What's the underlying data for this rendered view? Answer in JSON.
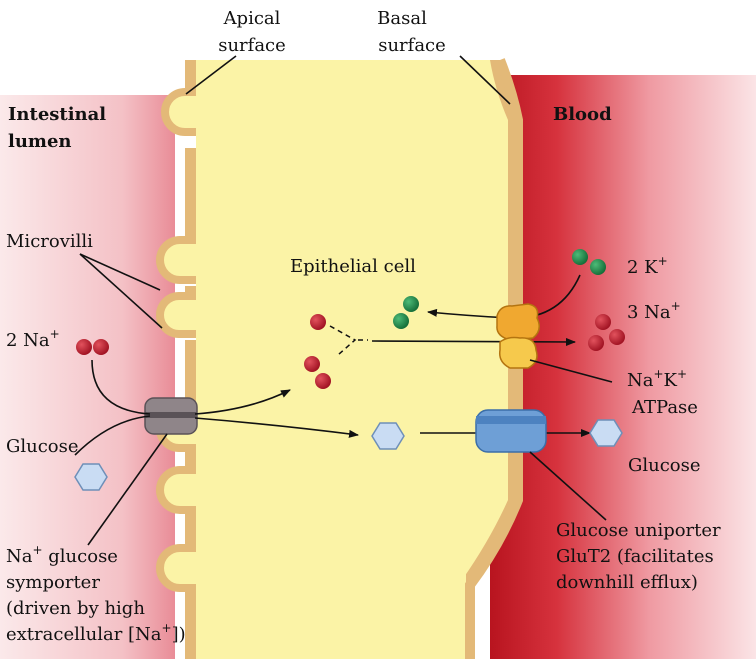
{
  "labels": {
    "apical_1": "Apical",
    "apical_2": "surface",
    "basal_1": "Basal",
    "basal_2": "surface",
    "lumen_1": "Intestinal",
    "lumen_2": "lumen",
    "blood": "Blood",
    "microvilli": "Microvilli",
    "epithelial_cell": "Epithelial cell",
    "na_left_num": "2 Na",
    "plus": "+",
    "glucose_left": "Glucose",
    "k_right": "2 K",
    "na_right": "3 Na",
    "atpase_na": "Na",
    "atpase_k": "K",
    "atpase_2": "ATPase",
    "glucose_right": "Glucose",
    "uniporter_1": "Glucose uniporter",
    "uniporter_2": "GluT2 (facilitates",
    "uniporter_3": "downhill efflux)",
    "symporter_na": "Na",
    "symporter_1": "glucose",
    "symporter_2": "symporter",
    "symporter_3": "(driven by high",
    "symporter_4a": "extracellular [Na",
    "symporter_4b": "])"
  },
  "colors": {
    "lumen_pink": "#f4c7cb",
    "blood_red": "#c8202c",
    "cell_yellow": "#fbf3a6",
    "membrane_tan": "#e3b978",
    "sodium_red": "#b71c2c",
    "potassium_green": "#1f8a4a",
    "glucose_blue": "#c9dcf3",
    "uniporter_blue": "#6e9fd6",
    "atpase_orange": "#f0b43a",
    "symporter_gray": "#8f8589"
  },
  "icons": [
    "sodium-ion",
    "potassium-ion",
    "glucose-hexagon",
    "symporter-protein",
    "atpase-pump",
    "glut2-uniporter"
  ]
}
